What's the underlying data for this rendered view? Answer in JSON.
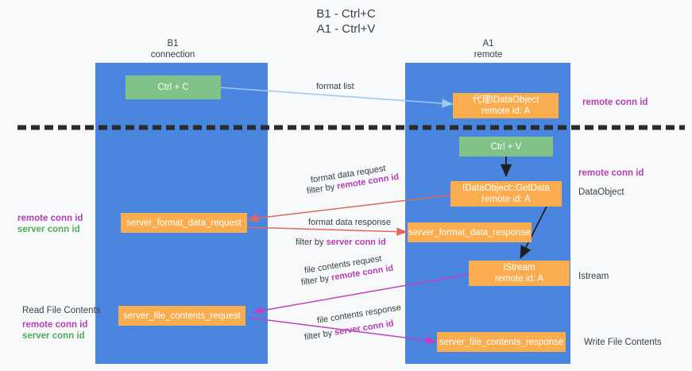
{
  "title": {
    "line1": "B1 - Ctrl+C",
    "line2": "A1 - Ctrl+V"
  },
  "columns": [
    {
      "name": "B1",
      "sub": "connection"
    },
    {
      "name": "A1",
      "sub": "remote"
    }
  ],
  "nodes": {
    "ctrl_c": "Ctrl + C",
    "ctrl_v": "Ctrl + V",
    "proxy_dataobject_l1": "代理IDataObject",
    "proxy_dataobject_l2": "remote id: A",
    "getdata_l1": "IDataObject::GetData",
    "getdata_l2": "remote id: A",
    "istream_l1": "IStream",
    "istream_l2": "remote id: A",
    "server_format_data_request": "server_format_data_request",
    "server_format_data_response": "server_format_data_response",
    "server_file_contents_request": "server_file_contents_request",
    "server_file_contents_response": "server_file_contents_response"
  },
  "edge_labels": {
    "format_list": "format list",
    "format_data_request": "format data request",
    "format_data_request_filter_prefix": "filter by ",
    "format_data_request_filter_value": "remote conn id",
    "format_data_response": "format data response",
    "format_data_response_filter_prefix": "filter by ",
    "format_data_response_filter_value": "server conn id",
    "file_contents_request": "file contents request",
    "file_contents_request_filter_prefix": "filter by ",
    "file_contents_request_filter_value": "remote conn id",
    "file_contents_response": "file contents response",
    "file_contents_response_filter_prefix": "filter by ",
    "file_contents_response_filter_value": "server conn id"
  },
  "side_labels": {
    "right_remote_conn_id_top": "remote conn id",
    "right_remote_conn_id_mid": "remote conn id",
    "right_dataobject": "DataObject",
    "right_istream": "Istream",
    "right_write_file_contents": "Write File Contents",
    "left_remote_conn_id": "remote conn id",
    "left_server_conn_id": "server conn id",
    "left_read_file_contents": "Read File Contents",
    "left_remote_conn_id_2": "remote conn id",
    "left_server_conn_id_2": "server conn id"
  },
  "colors": {
    "lane_blue": "#4a86df",
    "node_green": "#80c287",
    "node_orange": "#f9ad4e",
    "arrow_lightblue": "#9ec9ee",
    "arrow_red": "#e0665f",
    "arrow_magenta": "#c040c0",
    "arrow_black": "#1f1f1f",
    "text_purple": "#b23fb2",
    "text_green": "#54a85c",
    "background": "#f8f9fa"
  }
}
